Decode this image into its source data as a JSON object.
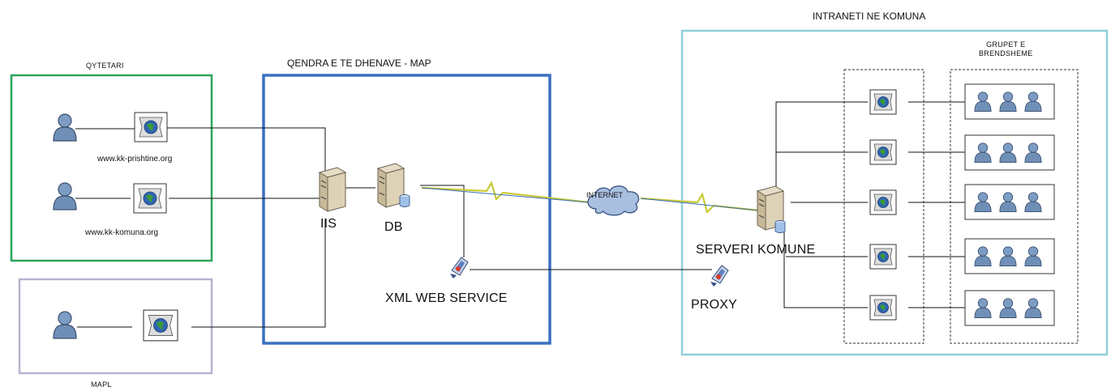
{
  "zones": {
    "citizens": "QYTETARI",
    "data_center": "QENDRA E TE DHENAVE - MAP",
    "mapl": "MAPL",
    "intranet": "INTRANETI NE KOMUNA",
    "internal_groups": "GRUPET E\nBRENDSHEME"
  },
  "sites": {
    "prishtine": "www.kk-prishtine.org",
    "komuna": "www.kk-komuna.org"
  },
  "servers": {
    "iis": "IIS",
    "db": "DB",
    "xml_service": "XML WEB SERVICE",
    "internet": "INTERNET",
    "municipal_server": "SERVERI KOMUNE",
    "proxy": "PROXY"
  },
  "colors": {
    "citizens_border": "#2aa55a",
    "data_center_border": "#3a6fc0",
    "mapl_border": "#b9b2cf",
    "intranet_border": "#8fcfd8",
    "user_fill": "#6f8fb7",
    "cloud_fill": "#a9bfe0"
  }
}
